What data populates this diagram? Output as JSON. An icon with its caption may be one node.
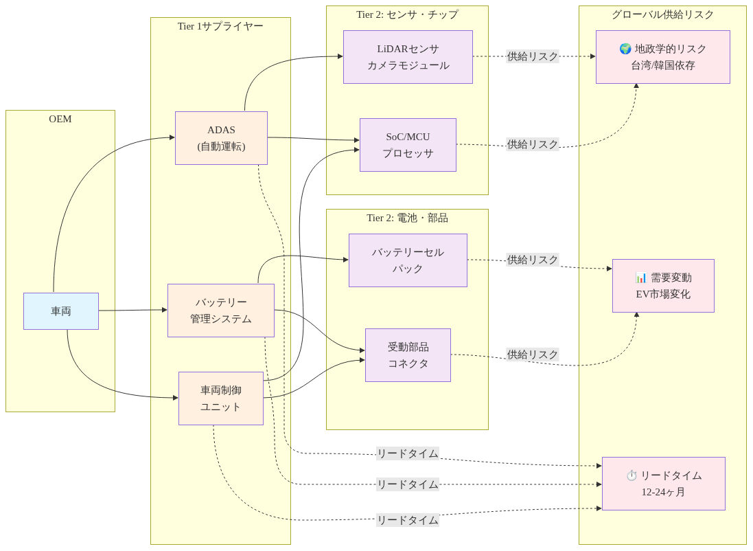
{
  "diagram": {
    "nodes": [
      {
        "text": [
          "OEM"
        ]
      },
      {
        "text": [
          "車両"
        ],
        "in": 0
      },
      {
        "text": [
          "Tier 1サプライヤー"
        ]
      },
      {
        "text": [
          "ADAS",
          "(自動運転)"
        ],
        "in": 2
      },
      {
        "text": [
          "バッテリー",
          "管理システム"
        ],
        "in": 2
      },
      {
        "text": [
          "車両制御",
          "ユニット"
        ],
        "in": 2
      },
      {
        "text": [
          "Tier 2: センサ・チップ"
        ]
      },
      {
        "text": [
          "LiDARセンサ",
          "カメラモジュール"
        ],
        "in": 6
      },
      {
        "text": [
          "SoC/MCU",
          "プロセッサ"
        ],
        "in": 6
      },
      {
        "text": [
          "Tier 2: 電池・部品"
        ]
      },
      {
        "text": [
          "バッテリーセル",
          "パック"
        ],
        "in": 9
      },
      {
        "text": [
          "受動部品",
          "コネクタ"
        ],
        "in": 9
      },
      {
        "text": [
          "グローバル供給リスク"
        ]
      },
      {
        "text": [
          "🌍 地政学的リスク",
          "台湾/韓国依存"
        ],
        "in": 12
      },
      {
        "text": [
          "📊 需要変動",
          "EV市場変化"
        ],
        "in": 12
      },
      {
        "text": [
          "⏱️ リードタイム",
          "12-24ヶ月"
        ],
        "in": 12
      }
    ],
    "edges": [
      {
        "from": 1,
        "to": 3,
        "arrow": "to"
      },
      {
        "from": 1,
        "to": 4,
        "arrow": "to"
      },
      {
        "from": 1,
        "to": 5,
        "arrow": "to"
      },
      {
        "from": 3,
        "to": 7,
        "arrow": "to"
      },
      {
        "from": 3,
        "to": 8,
        "arrow": "to"
      },
      {
        "from": 5,
        "to": 8,
        "arrow": "to"
      },
      {
        "from": 4,
        "to": 10,
        "arrow": "to"
      },
      {
        "from": 4,
        "to": 11,
        "arrow": "to"
      },
      {
        "from": 5,
        "to": 11,
        "arrow": "to"
      },
      {
        "from": 7,
        "to": 13,
        "arrow": "to",
        "label": "供給リスク",
        "style": "dashed"
      },
      {
        "from": 8,
        "to": 13,
        "arrow": "to",
        "label": "供給リスク",
        "style": "dashed"
      },
      {
        "from": 10,
        "to": 14,
        "arrow": "to",
        "label": "供給リスク",
        "style": "dashed"
      },
      {
        "from": 11,
        "to": 14,
        "arrow": "to",
        "label": "供給リスク",
        "style": "dashed"
      },
      {
        "from": 3,
        "to": 15,
        "arrow": "to",
        "label": "リードタイム",
        "style": "dashed"
      },
      {
        "from": 4,
        "to": 15,
        "arrow": "to",
        "label": "リードタイム",
        "style": "dashed"
      },
      {
        "from": 5,
        "to": 15,
        "arrow": "to",
        "label": "リードタイム",
        "style": "dashed"
      }
    ]
  }
}
